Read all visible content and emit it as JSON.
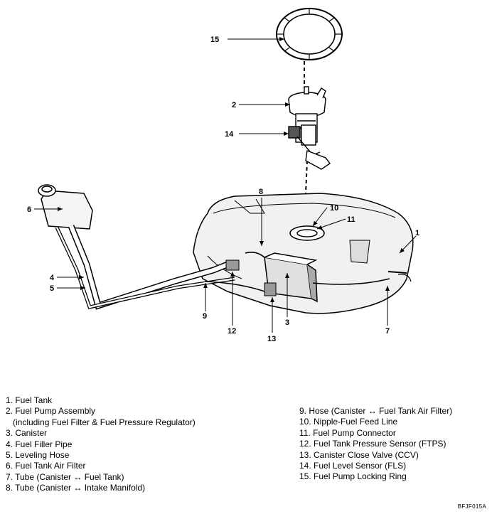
{
  "callouts": {
    "c1": "1",
    "c2": "2",
    "c3": "3",
    "c4": "4",
    "c5": "5",
    "c6": "6",
    "c7": "7",
    "c8": "8",
    "c9": "9",
    "c10": "10",
    "c11": "11",
    "c12": "12",
    "c13": "13",
    "c14": "14",
    "c15": "15"
  },
  "legend_left": [
    "1. Fuel Tank",
    "2. Fuel Pump Assembly",
    "   (including Fuel Filter & Fuel Pressure Regulator)",
    "3. Canister",
    "4. Fuel Filler Pipe",
    "5. Leveling Hose",
    "6. Fuel Tank Air Filter",
    "7. Tube (Canister ↔ Fuel Tank)",
    "8. Tube (Canister ↔ Intake Manifold)"
  ],
  "legend_right": [
    "9. Hose (Canister ↔ Fuel Tank Air Filter)",
    "10. Nipple-Fuel Feed Line",
    "11. Fuel Pump Connector",
    "12. Fuel Tank Pressure Sensor (FTPS)",
    "13. Canister Close Valve (CCV)",
    "14. Fuel Level Sensor (FLS)",
    "15. Fuel Pump Locking Ring"
  ],
  "figure_code": "BFJF015A"
}
